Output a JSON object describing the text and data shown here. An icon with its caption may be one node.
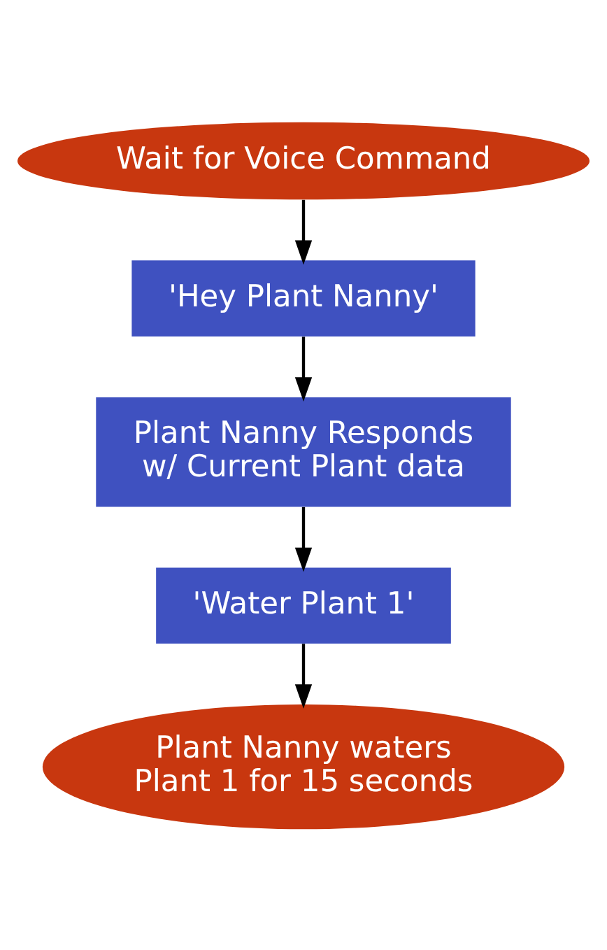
{
  "diagram": {
    "nodes": [
      {
        "text": [
          "Wait for Voice Command"
        ]
      },
      {
        "text": [
          "'Hey Plant Nanny'"
        ]
      },
      {
        "text": [
          "Plant Nanny Responds w/ Current Plant data"
        ]
      },
      {
        "text": [
          "'Water Plant 1'"
        ]
      },
      {
        "text": [
          "Plant Nanny waters Plant 1 for 15 seconds"
        ]
      }
    ],
    "edges": [
      {
        "from": 0,
        "to": 1,
        "arrow": "to"
      },
      {
        "from": 1,
        "to": 2,
        "arrow": "to"
      },
      {
        "from": 2,
        "to": 3,
        "arrow": "to"
      },
      {
        "from": 3,
        "to": 4,
        "arrow": "to"
      }
    ]
  }
}
